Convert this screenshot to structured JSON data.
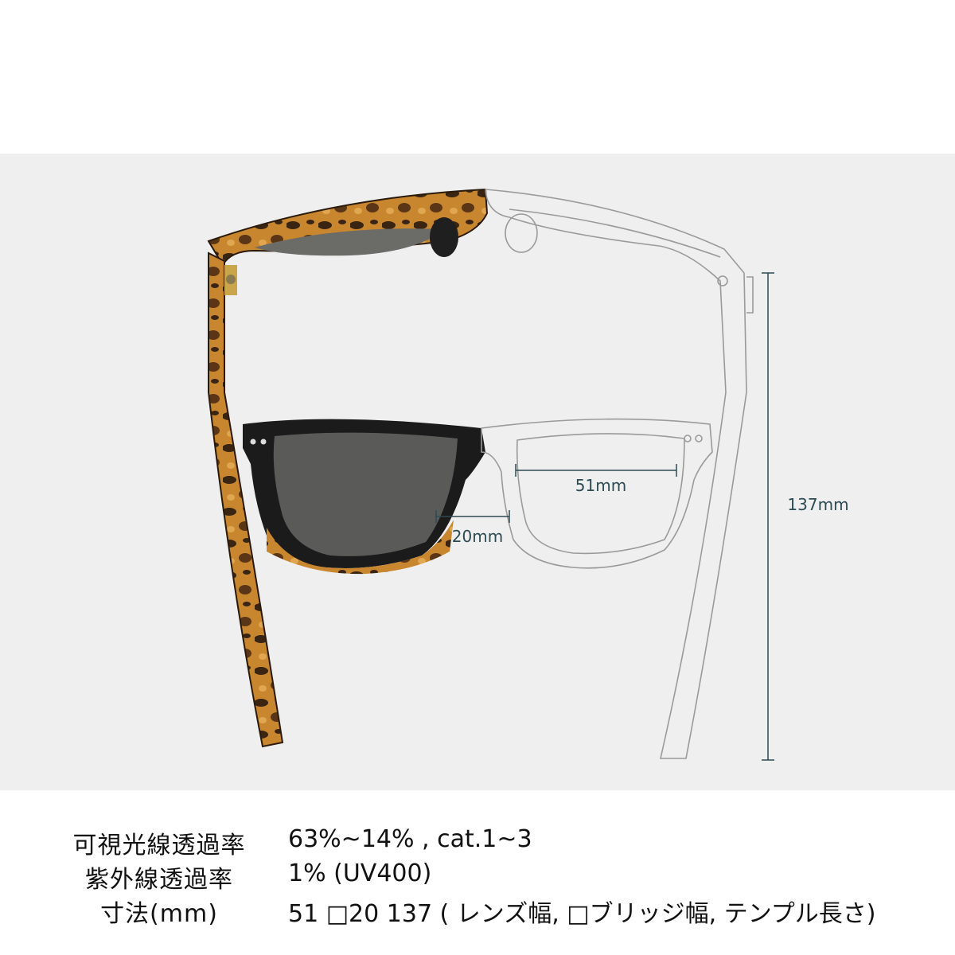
{
  "dimensions": {
    "lens_width": "51mm",
    "bridge_width": "20mm",
    "temple_length": "137mm"
  },
  "specs": [
    {
      "label": "可視光線透過率",
      "value": "63%~14% , cat.1~3"
    },
    {
      "label": "紫外線透過率",
      "value": "1% (UV400)"
    },
    {
      "label": "寸法(mm)",
      "value": "51 □20 137 ( レンズ幅, □ブリッジ幅, テンプル長さ)"
    }
  ],
  "colors": {
    "panel_bg": "#efefef",
    "dimension_line": "#2c4a52",
    "tortoise_dark": "#3a2412",
    "tortoise_light": "#c8862f",
    "frame_black": "#1b1b1b",
    "lens_grey": "#5a5a58",
    "outline": "#9a9a9a"
  }
}
